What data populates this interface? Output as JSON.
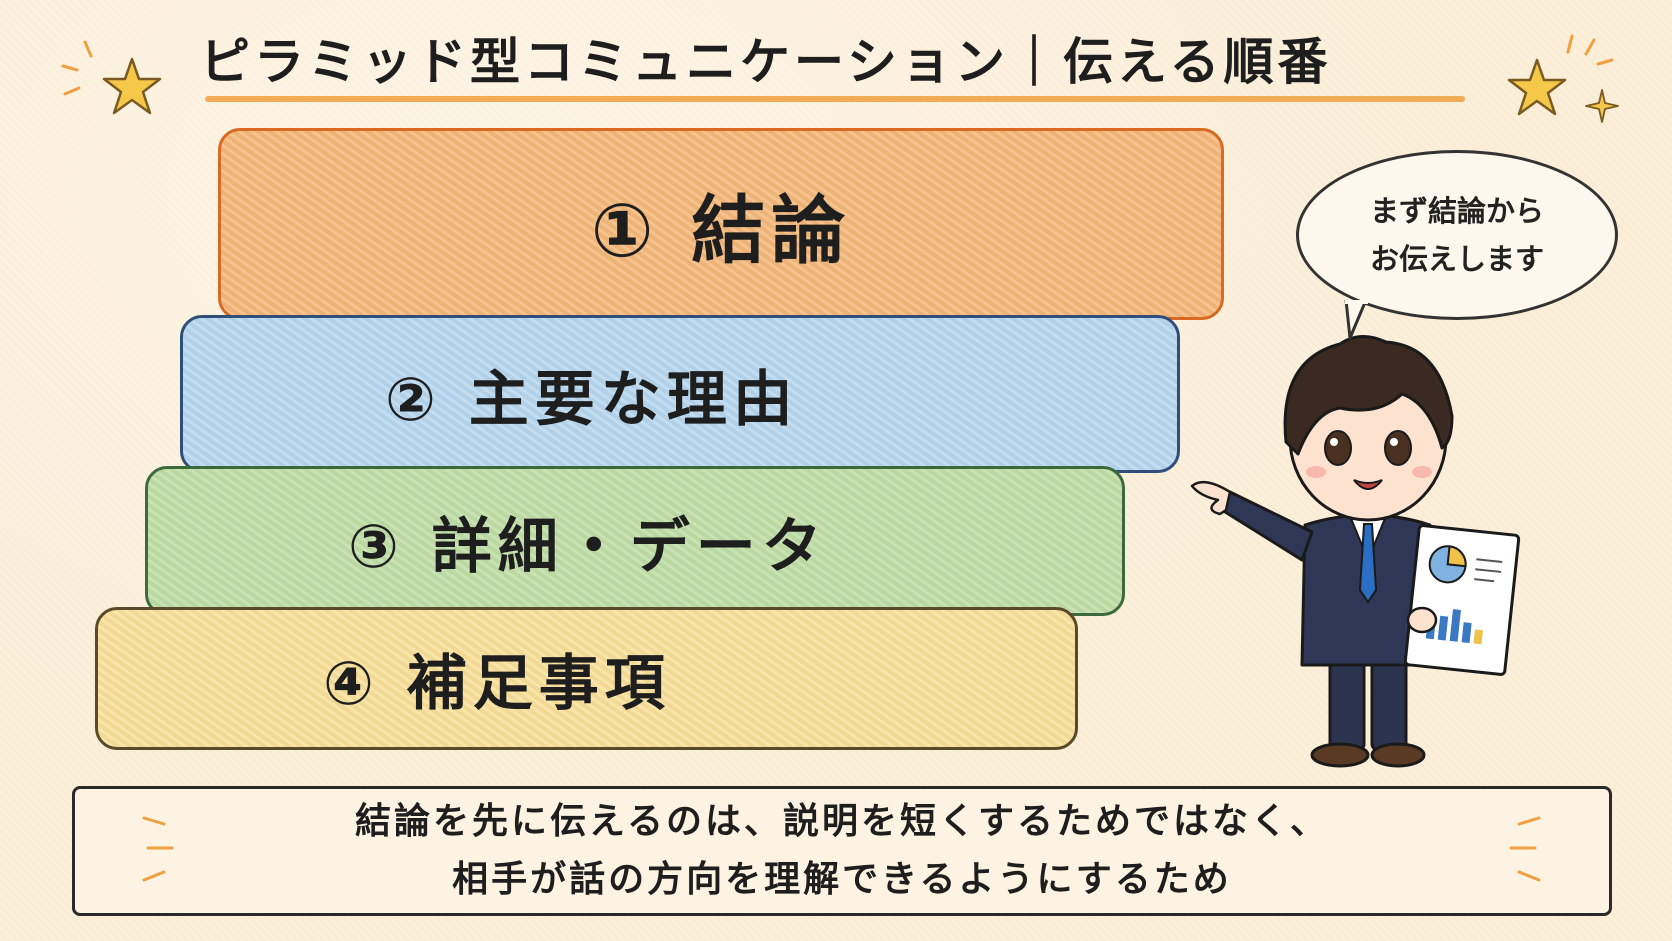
{
  "title": "ピラミッド型コミュニケーション｜伝える順番",
  "pyramid": {
    "tiers": [
      {
        "label": "① 結論"
      },
      {
        "label": "② 主要な理由"
      },
      {
        "label": "③ 詳細・データ"
      },
      {
        "label": "④ 補足事項"
      }
    ]
  },
  "speech_bubble": {
    "line1": "まず結論から",
    "line2": "お伝えします"
  },
  "footer": {
    "line1": "結論を先に伝えるのは、説明を短くするためではなく、",
    "line2": "相手が話の方向を理解できるようにするため"
  },
  "colors": {
    "tier1": "#f4b77a",
    "tier2": "#b6d6ee",
    "tier3": "#bfdca6",
    "tier4": "#f8df9a",
    "accent": "#f0a040",
    "star": "#f5c84a"
  },
  "icons": [
    "star-icon",
    "sparkle-icon",
    "pie-chart-icon",
    "bar-chart-icon"
  ]
}
